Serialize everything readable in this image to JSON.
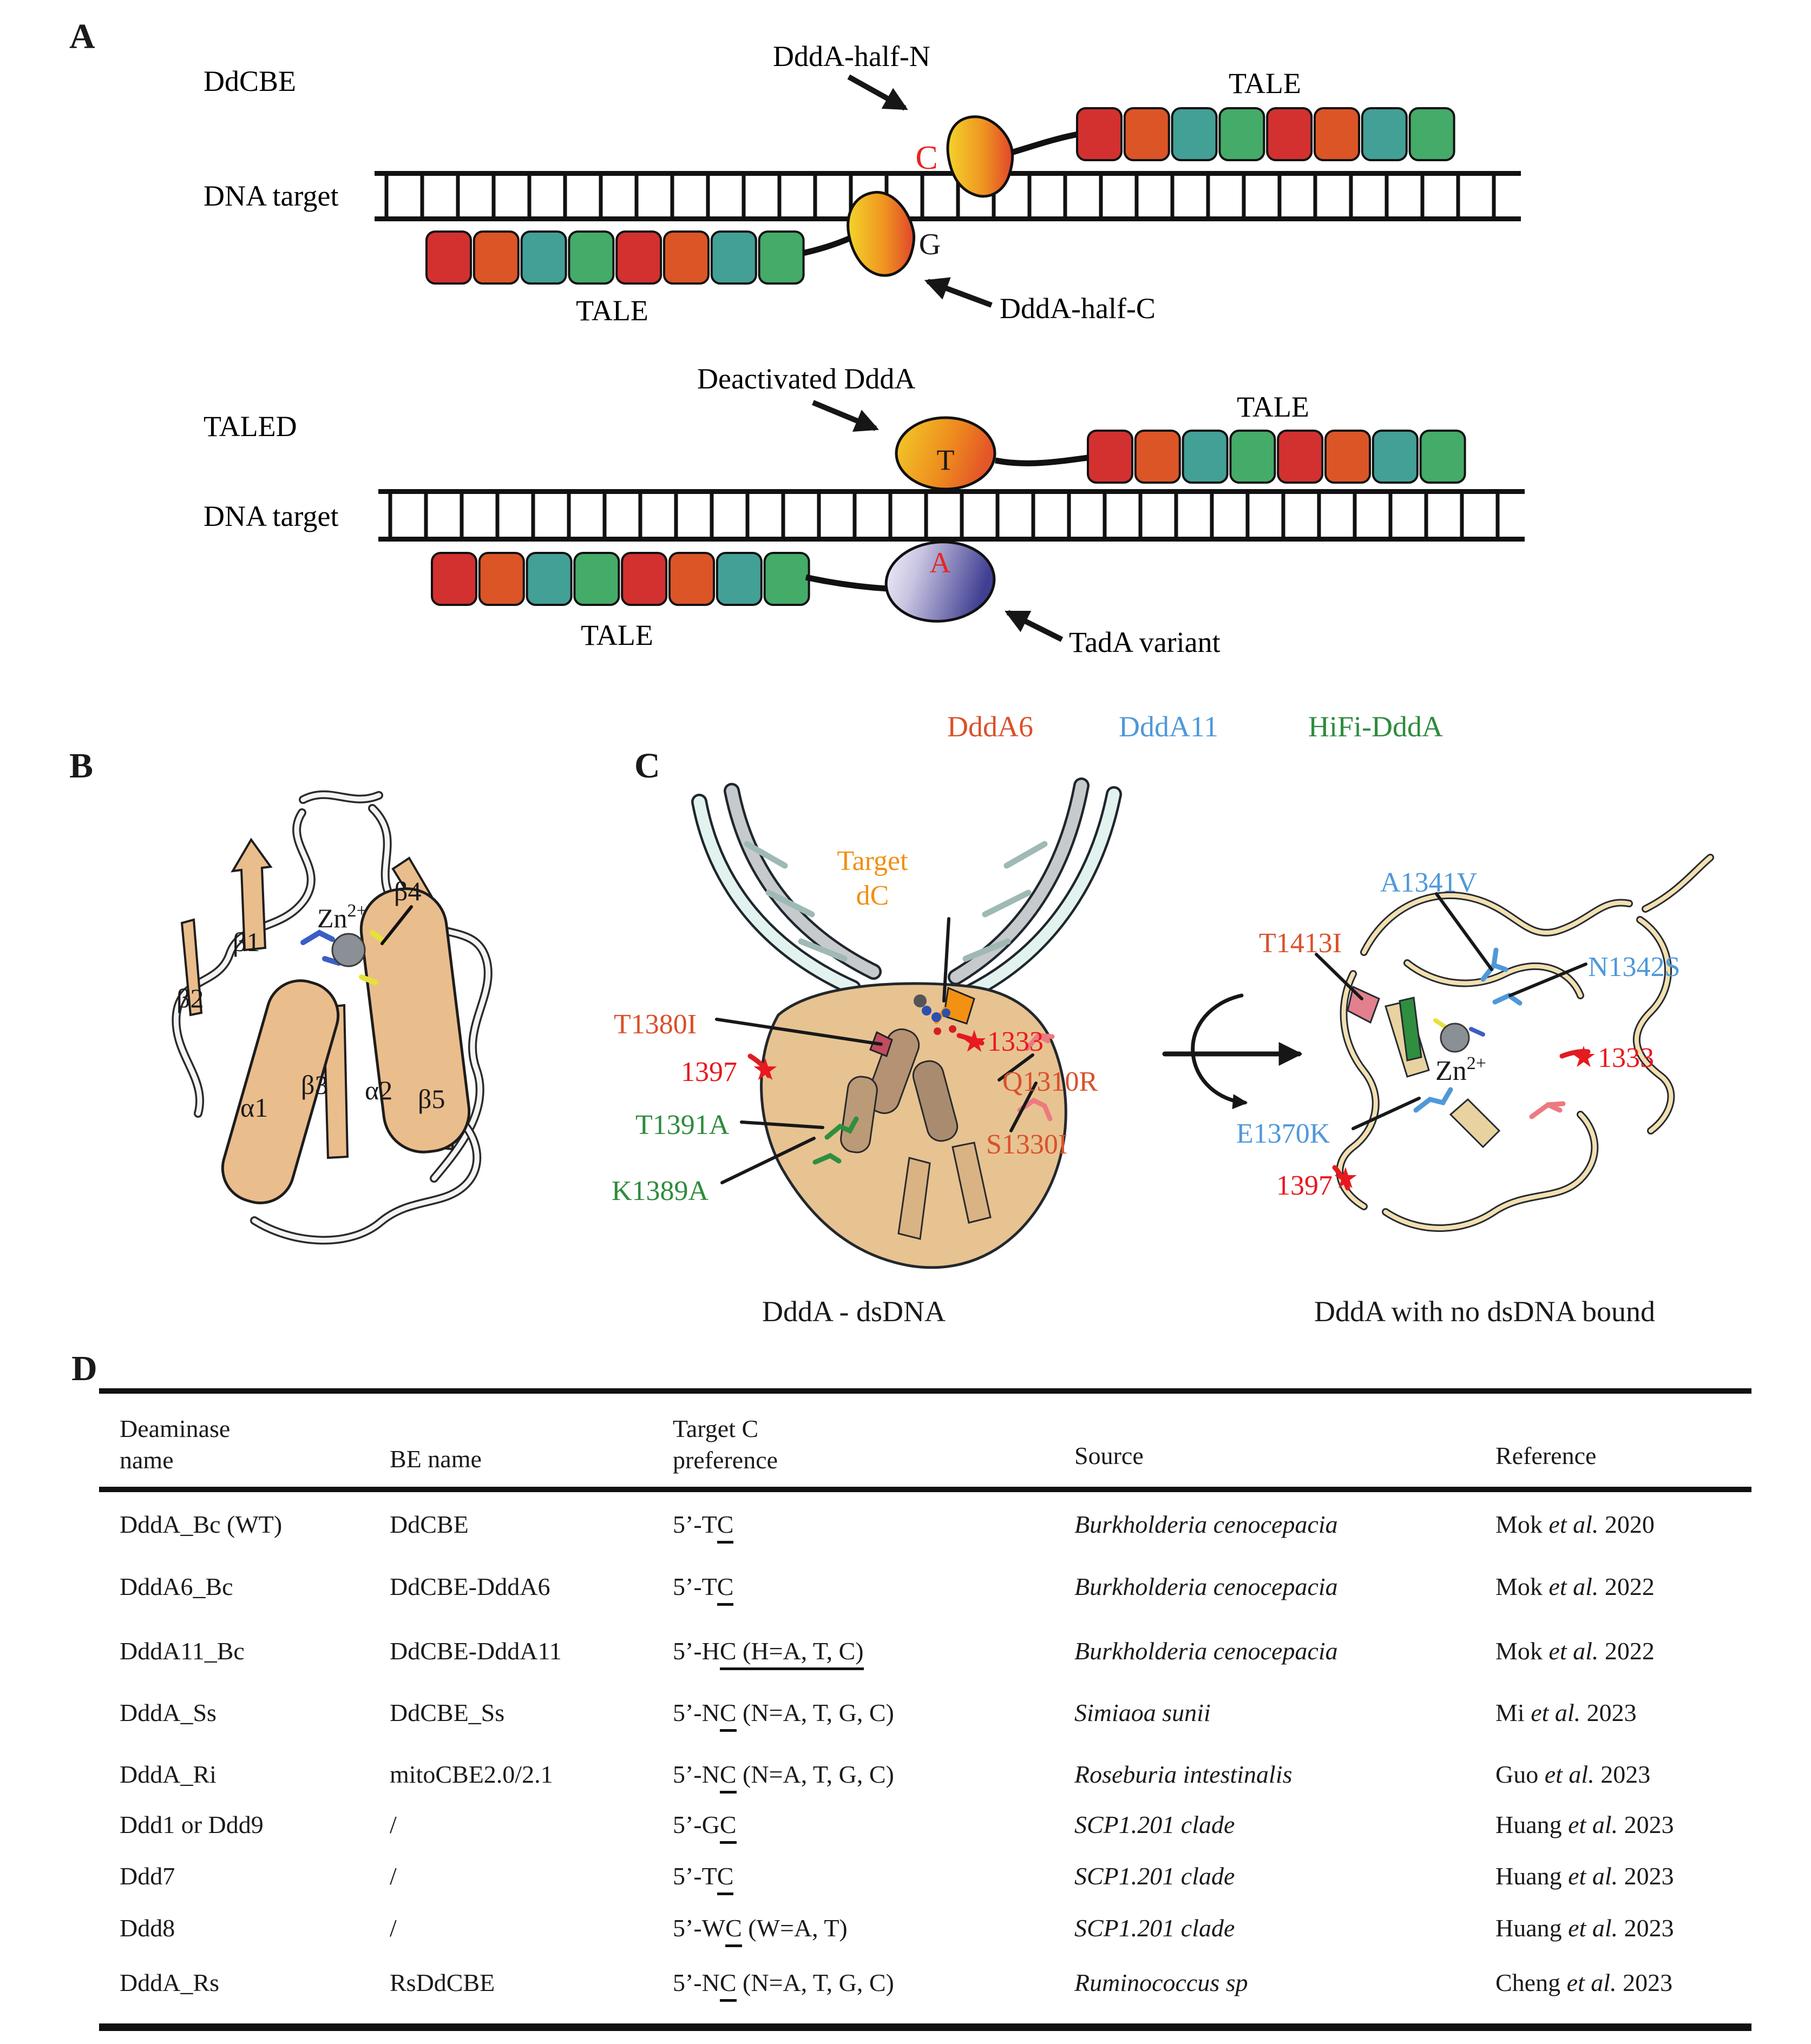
{
  "figure": {
    "panel_letters": {
      "a": "A",
      "b": "B",
      "c": "C",
      "d": "D"
    }
  },
  "panel_a": {
    "tale_colors": [
      "#d23130",
      "#dc5526",
      "#43a096",
      "#45ab68"
    ],
    "ddcbe": {
      "label": "DdCBE",
      "half_n_label": "DddA-half-N",
      "half_c_label": "DddA-half-C",
      "dna_label": "DNA target",
      "tale_top_label": "TALE",
      "tale_bottom_label": "TALE",
      "base_c": "C",
      "base_g": "G",
      "base_c_color": "#e8251f"
    },
    "taled": {
      "label": "TALED",
      "deactivated_label": "Deactivated DddA",
      "tada_label": "TadA variant",
      "dna_label": "DNA target",
      "tale_top_label": "TALE",
      "tale_bottom_label": "TALE",
      "base_t": "T",
      "base_a": "A",
      "base_a_color": "#e8251f"
    }
  },
  "panel_b": {
    "b1": "β1",
    "b2": "β2",
    "b3": "β3",
    "b4": "β4",
    "b5": "β5",
    "a1": "α1",
    "a2": "α2",
    "zn": "Zn",
    "zn_sup": "2+"
  },
  "panel_c": {
    "star": "★",
    "legend": [
      {
        "label": "DddA6",
        "color": "#d9512b"
      },
      {
        "label": "DddA11",
        "color": "#4f98d9"
      },
      {
        "label": "HiFi-DddA",
        "color": "#2e8b3c"
      }
    ],
    "left": {
      "target_line1": "Target",
      "target_line2": "dC",
      "target_color": "#f09014",
      "caption": "DddA - dsDNA",
      "t1380i": {
        "text": "T1380I",
        "color": "#d9512b"
      },
      "n1397": {
        "text": "1397",
        "color": "#e8191f"
      },
      "t1391a": {
        "text": "T1391A",
        "color": "#2e8b3c"
      },
      "k1389a": {
        "text": "K1389A",
        "color": "#2e8b3c"
      },
      "n1333": {
        "text": "1333",
        "color": "#e8191f"
      },
      "q1310r": {
        "text": "Q1310R",
        "color": "#d9512b"
      },
      "s1330i": {
        "text": "S1330I",
        "color": "#d9512b"
      }
    },
    "right": {
      "caption": "DddA with no dsDNA bound",
      "zn": "Zn",
      "zn_sup": "2+",
      "a1341v": {
        "text": "A1341V",
        "color": "#4f98d9"
      },
      "t1413i": {
        "text": "T1413I",
        "color": "#d9512b"
      },
      "n1342s": {
        "text": "N1342S",
        "color": "#4f98d9"
      },
      "n1333": {
        "text": "1333",
        "color": "#e8191f"
      },
      "e1370k": {
        "text": "E1370K",
        "color": "#4f98d9"
      },
      "n1397": {
        "text": "1397",
        "color": "#e8191f"
      }
    }
  },
  "table": {
    "headers": {
      "col1_line1": "Deaminase",
      "col1_line2": "name",
      "col2": "BE name",
      "col3_line1": "Target C",
      "col3_line2": "preference",
      "col4": "Source",
      "col5": "Reference"
    },
    "rows": [
      {
        "deaminase": "DddA_Bc (WT)",
        "be": "DdCBE",
        "pref": [
          {
            "t": "5’-T"
          },
          {
            "t": "C",
            "u": true
          }
        ],
        "source": "Burkholderia cenocepacia",
        "ref": [
          {
            "t": "Mok "
          },
          {
            "t": "et al.",
            "i": true
          },
          {
            "t": " 2020"
          }
        ]
      },
      {
        "deaminase": "DddA6_Bc",
        "be": "DdCBE-DddA6",
        "pref": [
          {
            "t": "5’-T"
          },
          {
            "t": "C",
            "u": true
          }
        ],
        "source": "Burkholderia cenocepacia",
        "ref": [
          {
            "t": "Mok "
          },
          {
            "t": "et al.",
            "i": true
          },
          {
            "t": " 2022"
          }
        ]
      },
      {
        "deaminase": "DddA11_Bc",
        "be": "DdCBE-DddA11",
        "pref": [
          {
            "t": "5’-H"
          },
          {
            "t": "C (H=A, T, C)",
            "u": true
          }
        ],
        "source": "Burkholderia cenocepacia",
        "ref": [
          {
            "t": "Mok "
          },
          {
            "t": "et al.",
            "i": true
          },
          {
            "t": " 2022"
          }
        ]
      },
      {
        "deaminase": "DddA_Ss",
        "be": "DdCBE_Ss",
        "pref": [
          {
            "t": "5’-N"
          },
          {
            "t": "C",
            "u": true
          },
          {
            "t": " (N=A, T, G, C)"
          }
        ],
        "source": "Simiaoa sunii",
        "ref": [
          {
            "t": "Mi "
          },
          {
            "t": "et al.",
            "i": true
          },
          {
            "t": " 2023"
          }
        ]
      },
      {
        "deaminase": "DddA_Ri",
        "be": "mitoCBE2.0/2.1",
        "pref": [
          {
            "t": "5’-N"
          },
          {
            "t": "C",
            "u": true
          },
          {
            "t": " (N=A, T, G, C)"
          }
        ],
        "source": "Roseburia intestinalis",
        "ref": [
          {
            "t": "Guo "
          },
          {
            "t": "et al.",
            "i": true
          },
          {
            "t": " 2023"
          }
        ]
      },
      {
        "deaminase": "Ddd1 or Ddd9",
        "be": "/",
        "pref": [
          {
            "t": "5’-G"
          },
          {
            "t": "C",
            "u": true
          }
        ],
        "source": "SCP1.201 clade",
        "ref": [
          {
            "t": "Huang "
          },
          {
            "t": "et al.",
            "i": true
          },
          {
            "t": " 2023"
          }
        ]
      },
      {
        "deaminase": "Ddd7",
        "be": "/",
        "pref": [
          {
            "t": "5’-T"
          },
          {
            "t": "C",
            "u": true
          }
        ],
        "source": "SCP1.201 clade",
        "ref": [
          {
            "t": "Huang "
          },
          {
            "t": "et al.",
            "i": true
          },
          {
            "t": " 2023"
          }
        ]
      },
      {
        "deaminase": "Ddd8",
        "be": "/",
        "pref": [
          {
            "t": "5’-W"
          },
          {
            "t": "C",
            "u": true
          },
          {
            "t": " (W=A, T)"
          }
        ],
        "source": "SCP1.201 clade",
        "ref": [
          {
            "t": "Huang "
          },
          {
            "t": "et al.",
            "i": true
          },
          {
            "t": " 2023"
          }
        ]
      },
      {
        "deaminase": "DddA_Rs",
        "be": "RsDdCBE",
        "pref": [
          {
            "t": "5’-N"
          },
          {
            "t": "C",
            "u": true
          },
          {
            "t": " (N=A, T, G, C)"
          }
        ],
        "source": "Ruminococcus sp",
        "ref": [
          {
            "t": "Cheng "
          },
          {
            "t": "et al.",
            "i": true
          },
          {
            "t": " 2023"
          }
        ]
      }
    ]
  }
}
